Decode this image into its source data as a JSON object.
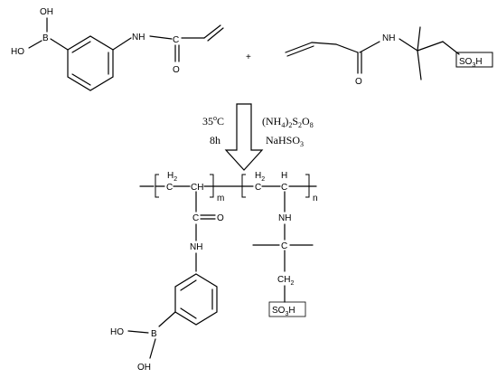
{
  "reactant_a": {
    "hydroxyl_top": "OH",
    "boron": "B",
    "hydroxyl_left": "HO",
    "amide_nh": "NH",
    "carbonyl_c": "C",
    "carbonyl_o": "O"
  },
  "plus_sign": "+",
  "reactant_b": {
    "amide_nh": "NH",
    "carbonyl_o": "O",
    "sulfonic": "SO",
    "sulfonic_sub": "3",
    "sulfonic_h": "H"
  },
  "conditions": {
    "temp_value": "35",
    "temp_sup": "o",
    "temp_unit": "C",
    "time": "8h",
    "oxidant_pre": "(NH",
    "oxidant_sub1": "4",
    "oxidant_mid": ")",
    "oxidant_sub2": "2",
    "oxidant_s": "S",
    "oxidant_sub3": "2",
    "oxidant_o": "O",
    "oxidant_sub4": "8",
    "reductant_pre": "NaHSO",
    "reductant_sub": "3"
  },
  "product": {
    "ch2_left": "H",
    "ch2_left_sub": "2",
    "ch2_left_c": "C",
    "ch_left": "CH",
    "m_index": "m",
    "ch2_right_h": "H",
    "ch2_right_sub": "2",
    "ch2_right_c": "C",
    "ch_right_h": "H",
    "ch_right_c": "C",
    "n_index": "n",
    "carbonyl_c": "C",
    "carbonyl_o": "O",
    "amide_nh_left": "NH",
    "amide_nh_right": "NH",
    "quat_c": "C",
    "ch2_side_c": "CH",
    "ch2_side_sub": "2",
    "sulfonic": "SO",
    "sulfonic_sub": "3",
    "sulfonic_h": "H",
    "hydroxyl_left": "HO",
    "boron": "B",
    "hydroxyl_bottom": "OH"
  }
}
